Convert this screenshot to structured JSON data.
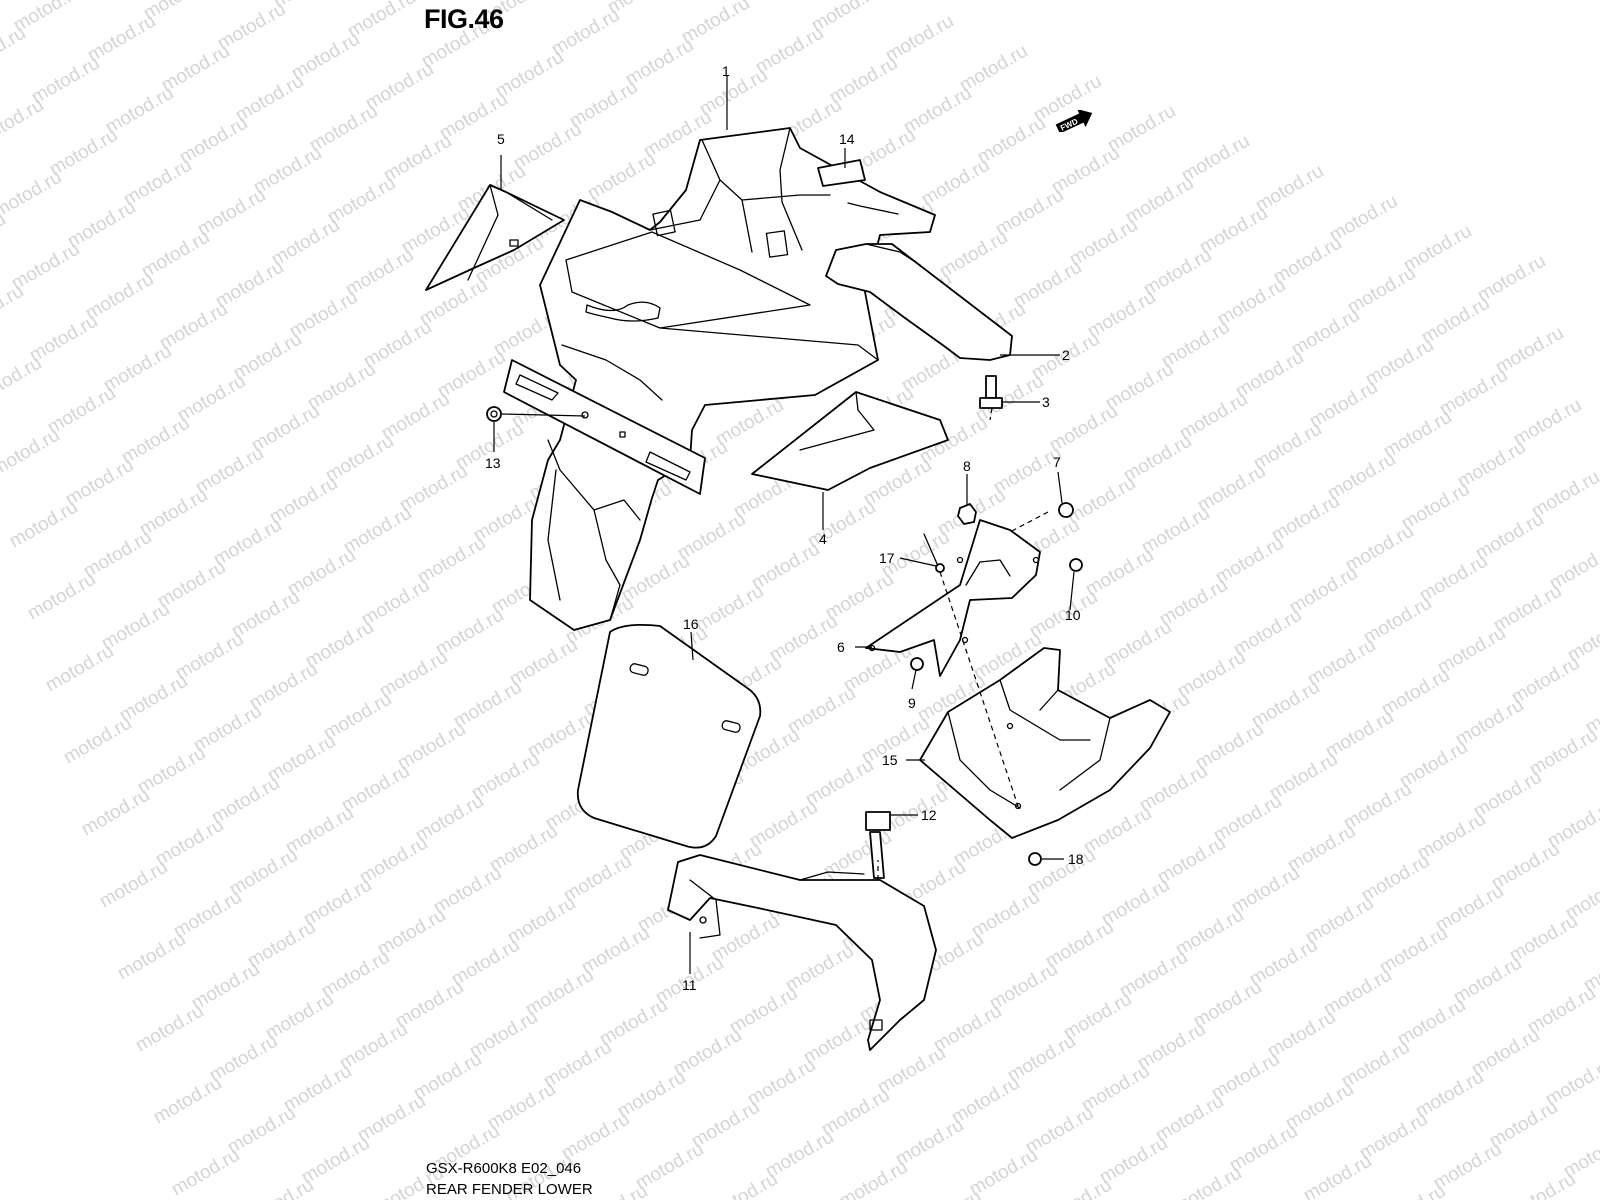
{
  "figure": {
    "title": "FIG.46",
    "model_code": "GSX-R600K8 E02_046",
    "section_name": "REAR FENDER LOWER",
    "watermark": "motod.ru",
    "direction_badge": "FWD"
  },
  "callouts": [
    "1",
    "2",
    "3",
    "4",
    "5",
    "6",
    "7",
    "8",
    "9",
    "10",
    "11",
    "12",
    "13",
    "14",
    "15",
    "16",
    "17",
    "18"
  ]
}
